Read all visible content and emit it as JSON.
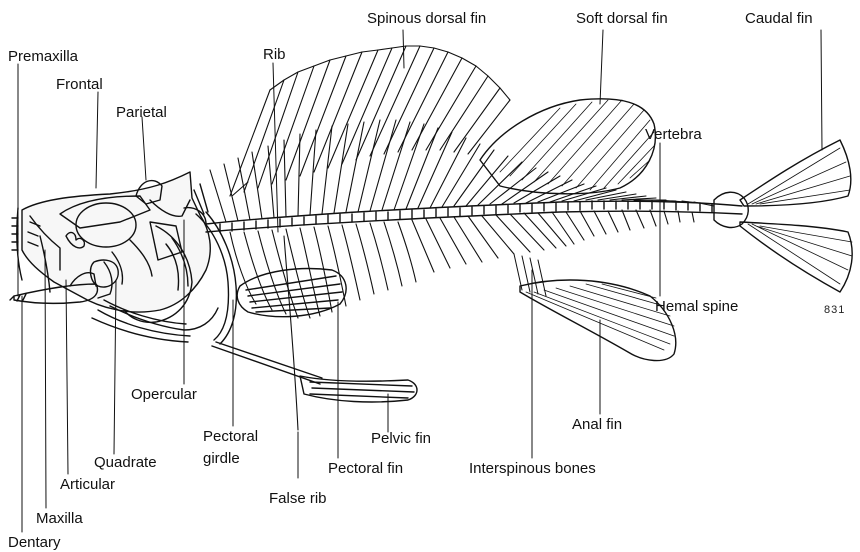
{
  "labels": {
    "premaxilla": "Premaxilla",
    "frontal": "Frontal",
    "parietal": "Parietal",
    "rib": "Rib",
    "spinous_dorsal_fin": "Spinous dorsal fin",
    "soft_dorsal_fin": "Soft dorsal fin",
    "caudal_fin": "Caudal fin",
    "vertebra": "Vertebra",
    "hemal_spine": "Hemal spine",
    "opercular": "Opercular",
    "pectoral_girdle_line1": "Pectoral",
    "pectoral_girdle_line2": "girdle",
    "quadrate": "Quadrate",
    "articular": "Articular",
    "maxilla": "Maxilla",
    "dentary": "Dentary",
    "false_rib": "False rib",
    "pectoral_fin": "Pectoral fin",
    "pelvic_fin": "Pelvic fin",
    "interspinous_bones": "Interspinous bones",
    "anal_fin": "Anal fin"
  },
  "figure_number": "831",
  "colors": {
    "ink": "#111111",
    "bone": "#ffffff",
    "shade": "#d9d9d9"
  }
}
